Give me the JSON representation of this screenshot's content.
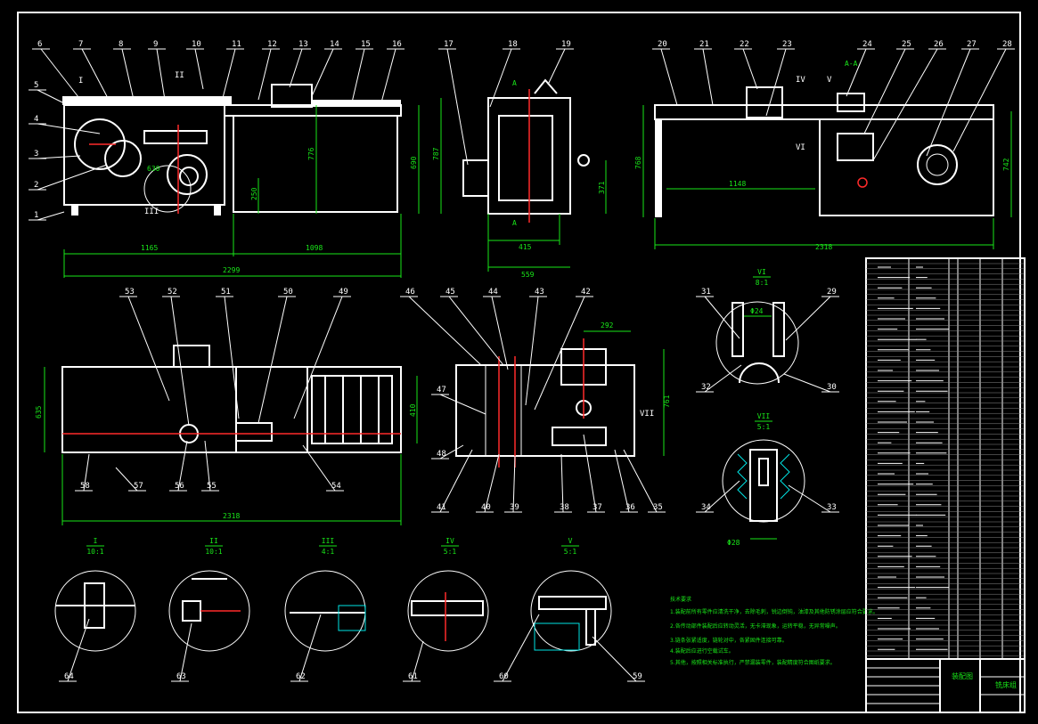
{
  "balloons": [
    "6",
    "7",
    "8",
    "9",
    "10",
    "11",
    "12",
    "13",
    "14",
    "15",
    "16",
    "5",
    "4",
    "3",
    "2",
    "1",
    "17",
    "18",
    "19",
    "20",
    "21",
    "22",
    "23",
    "24",
    "25",
    "26",
    "27",
    "28",
    "53",
    "52",
    "51",
    "50",
    "49",
    "46",
    "45",
    "44",
    "43",
    "42",
    "47",
    "48",
    "41",
    "40",
    "39",
    "38",
    "37",
    "36",
    "35",
    "31",
    "29",
    "32",
    "30",
    "34",
    "33",
    "58",
    "57",
    "56",
    "55",
    "54",
    "64",
    "63",
    "62",
    "61",
    "60",
    "59"
  ],
  "view_markers": {
    "I": "I",
    "II": "II",
    "III": "III",
    "IV": "IV",
    "V": "V",
    "VI": "VI",
    "VII": "VII",
    "section": "A-A",
    "a1": "A",
    "a2": "A"
  },
  "dimensions": [
    "1165",
    "1098",
    "2299",
    "776",
    "690",
    "787",
    "250",
    "371",
    "415",
    "559",
    "768",
    "1148",
    "2318",
    "742",
    "635",
    "410",
    "2318",
    "292",
    "761",
    "Φ24",
    "Φ28",
    "630"
  ],
  "details": [
    {
      "id": "I",
      "scale": "10:1"
    },
    {
      "id": "II",
      "scale": "10:1"
    },
    {
      "id": "III",
      "scale": "4:1"
    },
    {
      "id": "IV",
      "scale": "5:1"
    },
    {
      "id": "V",
      "scale": "5:1"
    },
    {
      "id": "VI",
      "scale": "8:1"
    },
    {
      "id": "VII",
      "scale": "5:1"
    }
  ],
  "notes": {
    "title": "技术要求",
    "lines": [
      "1.装配前所有零件应清洗干净，去除毛刺，锐边倒钝，油漆及其他防锈涂层应符合要求。",
      "2.各传动部件装配后应转动灵活，无卡滞现象，运转平稳，无异常噪声。",
      "3.链条张紧适度，链轮对中，各紧固件连接可靠。",
      "4.装配后应进行空载试车。",
      "5.其他，按照相关标准执行，严禁漏装零件，装配精度符合图纸要求。"
    ]
  },
  "title_block": {
    "drawing_name": "装配图",
    "code": "铣床组"
  },
  "colors": {
    "outline": "#ffffff",
    "dimension": "#19e619",
    "centerline": "#ff2a2a",
    "hatch": "#00e5e5"
  }
}
